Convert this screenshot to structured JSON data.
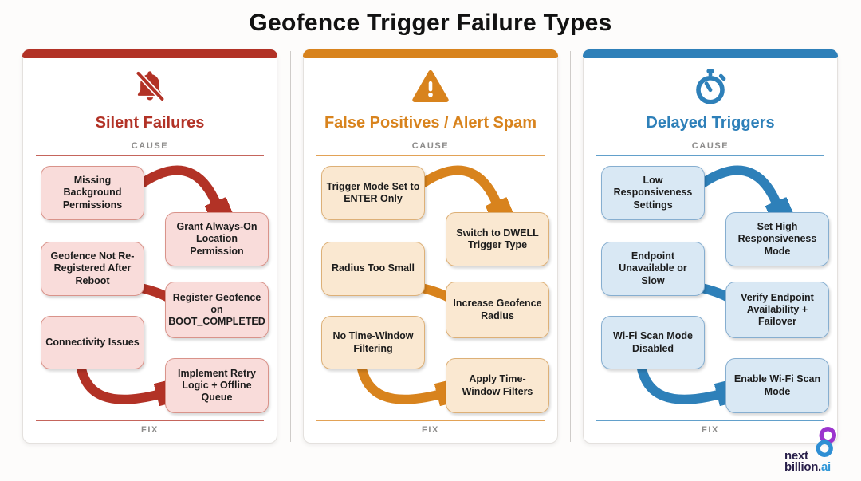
{
  "title": "Geofence Trigger Failure Types",
  "section_labels": {
    "cause": "CAUSE",
    "fix": "FIX"
  },
  "columns": [
    {
      "title": "Silent Failures",
      "icon": "bell-slash-icon",
      "accent": "#b23226",
      "box_bg": "#f9dcda",
      "box_border": "#d9938a",
      "pairs": [
        {
          "cause": "Missing Background Permissions",
          "fix": "Grant Always-On Location Permission"
        },
        {
          "cause": "Geofence Not Re-Registered After Reboot",
          "fix": "Register Geofence on BOOT_COMPLETED"
        },
        {
          "cause": "Connectivity Issues",
          "fix": "Implement Retry Logic + Offline Queue"
        }
      ]
    },
    {
      "title": "False Positives / Alert Spam",
      "icon": "warning-triangle-icon",
      "accent": "#d8831d",
      "box_bg": "#fae8d1",
      "box_border": "#ddb077",
      "pairs": [
        {
          "cause": "Trigger Mode Set to ENTER Only",
          "fix": "Switch to DWELL Trigger Type"
        },
        {
          "cause": "Radius Too Small",
          "fix": "Increase Geofence Radius"
        },
        {
          "cause": "No Time-Window Filtering",
          "fix": "Apply Time-Window Filters"
        }
      ]
    },
    {
      "title": "Delayed Triggers",
      "icon": "stopwatch-icon",
      "accent": "#2e80b9",
      "box_bg": "#d9e8f4",
      "box_border": "#86aed0",
      "pairs": [
        {
          "cause": "Low Responsiveness Settings",
          "fix": "Set High Responsiveness Mode"
        },
        {
          "cause": "Endpoint Unavailable or Slow",
          "fix": "Verify Endpoint Availability + Failover"
        },
        {
          "cause": "Wi-Fi Scan Mode Disabled",
          "fix": "Enable Wi-Fi Scan Mode"
        }
      ]
    }
  ],
  "logo": {
    "line1": "next",
    "line2": "billion.",
    "accent_suffix": "ai"
  }
}
